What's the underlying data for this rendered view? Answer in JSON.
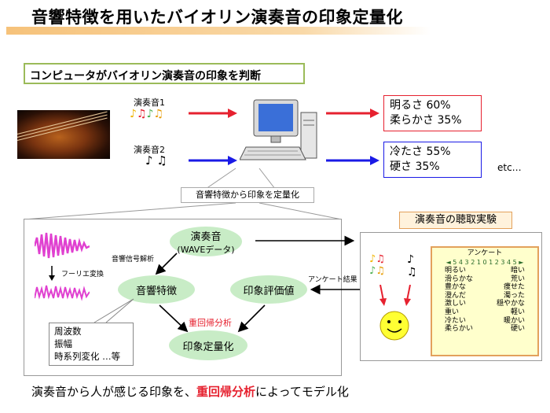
{
  "title": "音響特徴を用いたバイオリン演奏音の印象定量化",
  "subtitle": "コンピュータがバイオリン演奏音の印象を判断",
  "performance1": "演奏音1",
  "performance2": "演奏音2",
  "result1": {
    "line1": "明るさ 60%",
    "line2": "柔らかさ 35%"
  },
  "result2": {
    "line1": "冷たさ 55%",
    "line2": "硬さ 35%"
  },
  "etc": "etc…",
  "center_label": "音響特徴から印象を定量化",
  "flow": {
    "wave_title": "演奏音",
    "wave_sub": "(WAVEデータ)",
    "signal_analysis": "音響信号解析",
    "fourier": "フーリエ変換",
    "acoustic_feature": "音響特徴",
    "evaluation": "印象評価値",
    "survey_result": "アンケート結果",
    "regression": "重回帰分析",
    "quantification": "印象定量化",
    "features": [
      "周波数",
      "振幅",
      "時系列変化 …等"
    ]
  },
  "experiment": {
    "title": "演奏音の聴取実験",
    "survey_title": "アンケート",
    "scale": "◄ 5 4 3 2 1 0 1 2 3 4 5 ►",
    "pairs": [
      [
        "明るい",
        "暗い"
      ],
      [
        "滑らかな",
        "荒い"
      ],
      [
        "豊かな",
        "痩せた"
      ],
      [
        "澄んだ",
        "濁った"
      ],
      [
        "激しい",
        "穏やかな"
      ],
      [
        "重い",
        "軽い"
      ],
      [
        "冷たい",
        "暖かい"
      ],
      [
        "柔らかい",
        "硬い"
      ]
    ]
  },
  "footer": {
    "part1": "演奏音から人が感じる印象を、",
    "highlight": "重回帰分析",
    "part2": "によってモデル化"
  },
  "colors": {
    "accent_red": "#e6212f",
    "accent_blue": "#1a1ae6",
    "ellipse_green": "#c8ecc6",
    "frame_orange": "#e3a15c"
  }
}
